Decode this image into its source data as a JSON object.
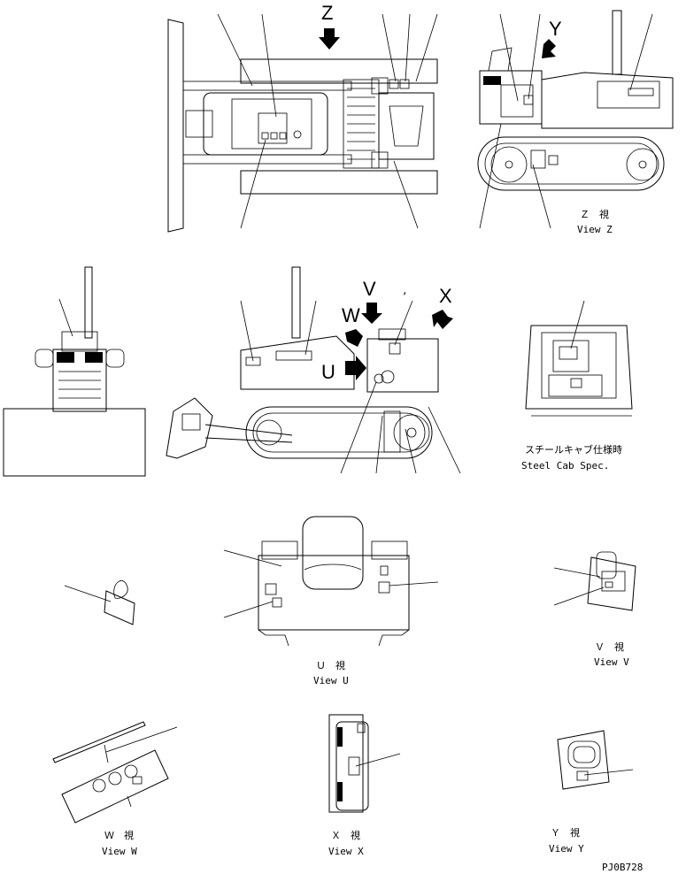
{
  "view_markers": {
    "z": "Z",
    "y": "Y",
    "v": "V",
    "comma": ",",
    "x": "X",
    "w": "W",
    "u": "U"
  },
  "captions": {
    "view_z_jp": "Ｚ　視",
    "view_z_en": "View Z",
    "steel_cab_jp": "スチールキャブ仕様時",
    "steel_cab_en": "Steel Cab Spec.",
    "view_u_jp": "Ｕ　視",
    "view_u_en": "View U",
    "view_v_jp": "Ｖ　視",
    "view_v_en": "View V",
    "view_w_jp": "Ｗ　視",
    "view_w_en": "View W",
    "view_x_jp": "Ｘ　視",
    "view_x_en": "View X",
    "view_y_jp": "Ｙ　視",
    "view_y_en": "View Y"
  },
  "drawing_code": "PJ0B728"
}
